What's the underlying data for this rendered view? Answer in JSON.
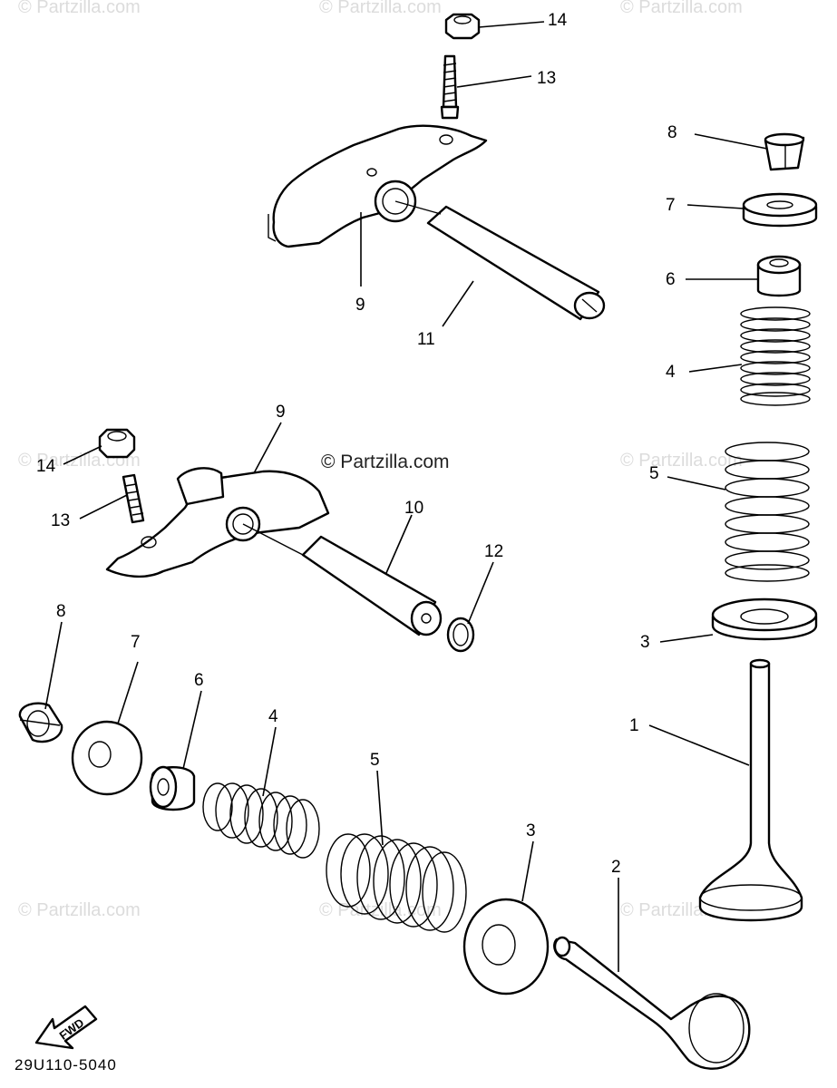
{
  "diagram": {
    "watermarks": [
      "© Partzilla.com",
      "© Partzilla.com",
      "© Partzilla.com",
      "© Partzilla.com",
      "© Partzilla.com",
      "© Partzilla.com",
      "© Partzilla.com",
      "© Partzilla.com"
    ],
    "center_watermark": "© Partzilla.com",
    "fwd_label": "FWD",
    "diagram_code": "29U110-5040",
    "callouts": {
      "c1": "1",
      "c2": "2",
      "c3a": "3",
      "c3b": "3",
      "c4a": "4",
      "c4b": "4",
      "c5a": "5",
      "c5b": "5",
      "c6a": "6",
      "c6b": "6",
      "c7a": "7",
      "c7b": "7",
      "c8a": "8",
      "c8b": "8",
      "c9a": "9",
      "c9b": "9",
      "c10": "10",
      "c11": "11",
      "c12": "12",
      "c13a": "13",
      "c13b": "13",
      "c14a": "14",
      "c14b": "14"
    }
  }
}
